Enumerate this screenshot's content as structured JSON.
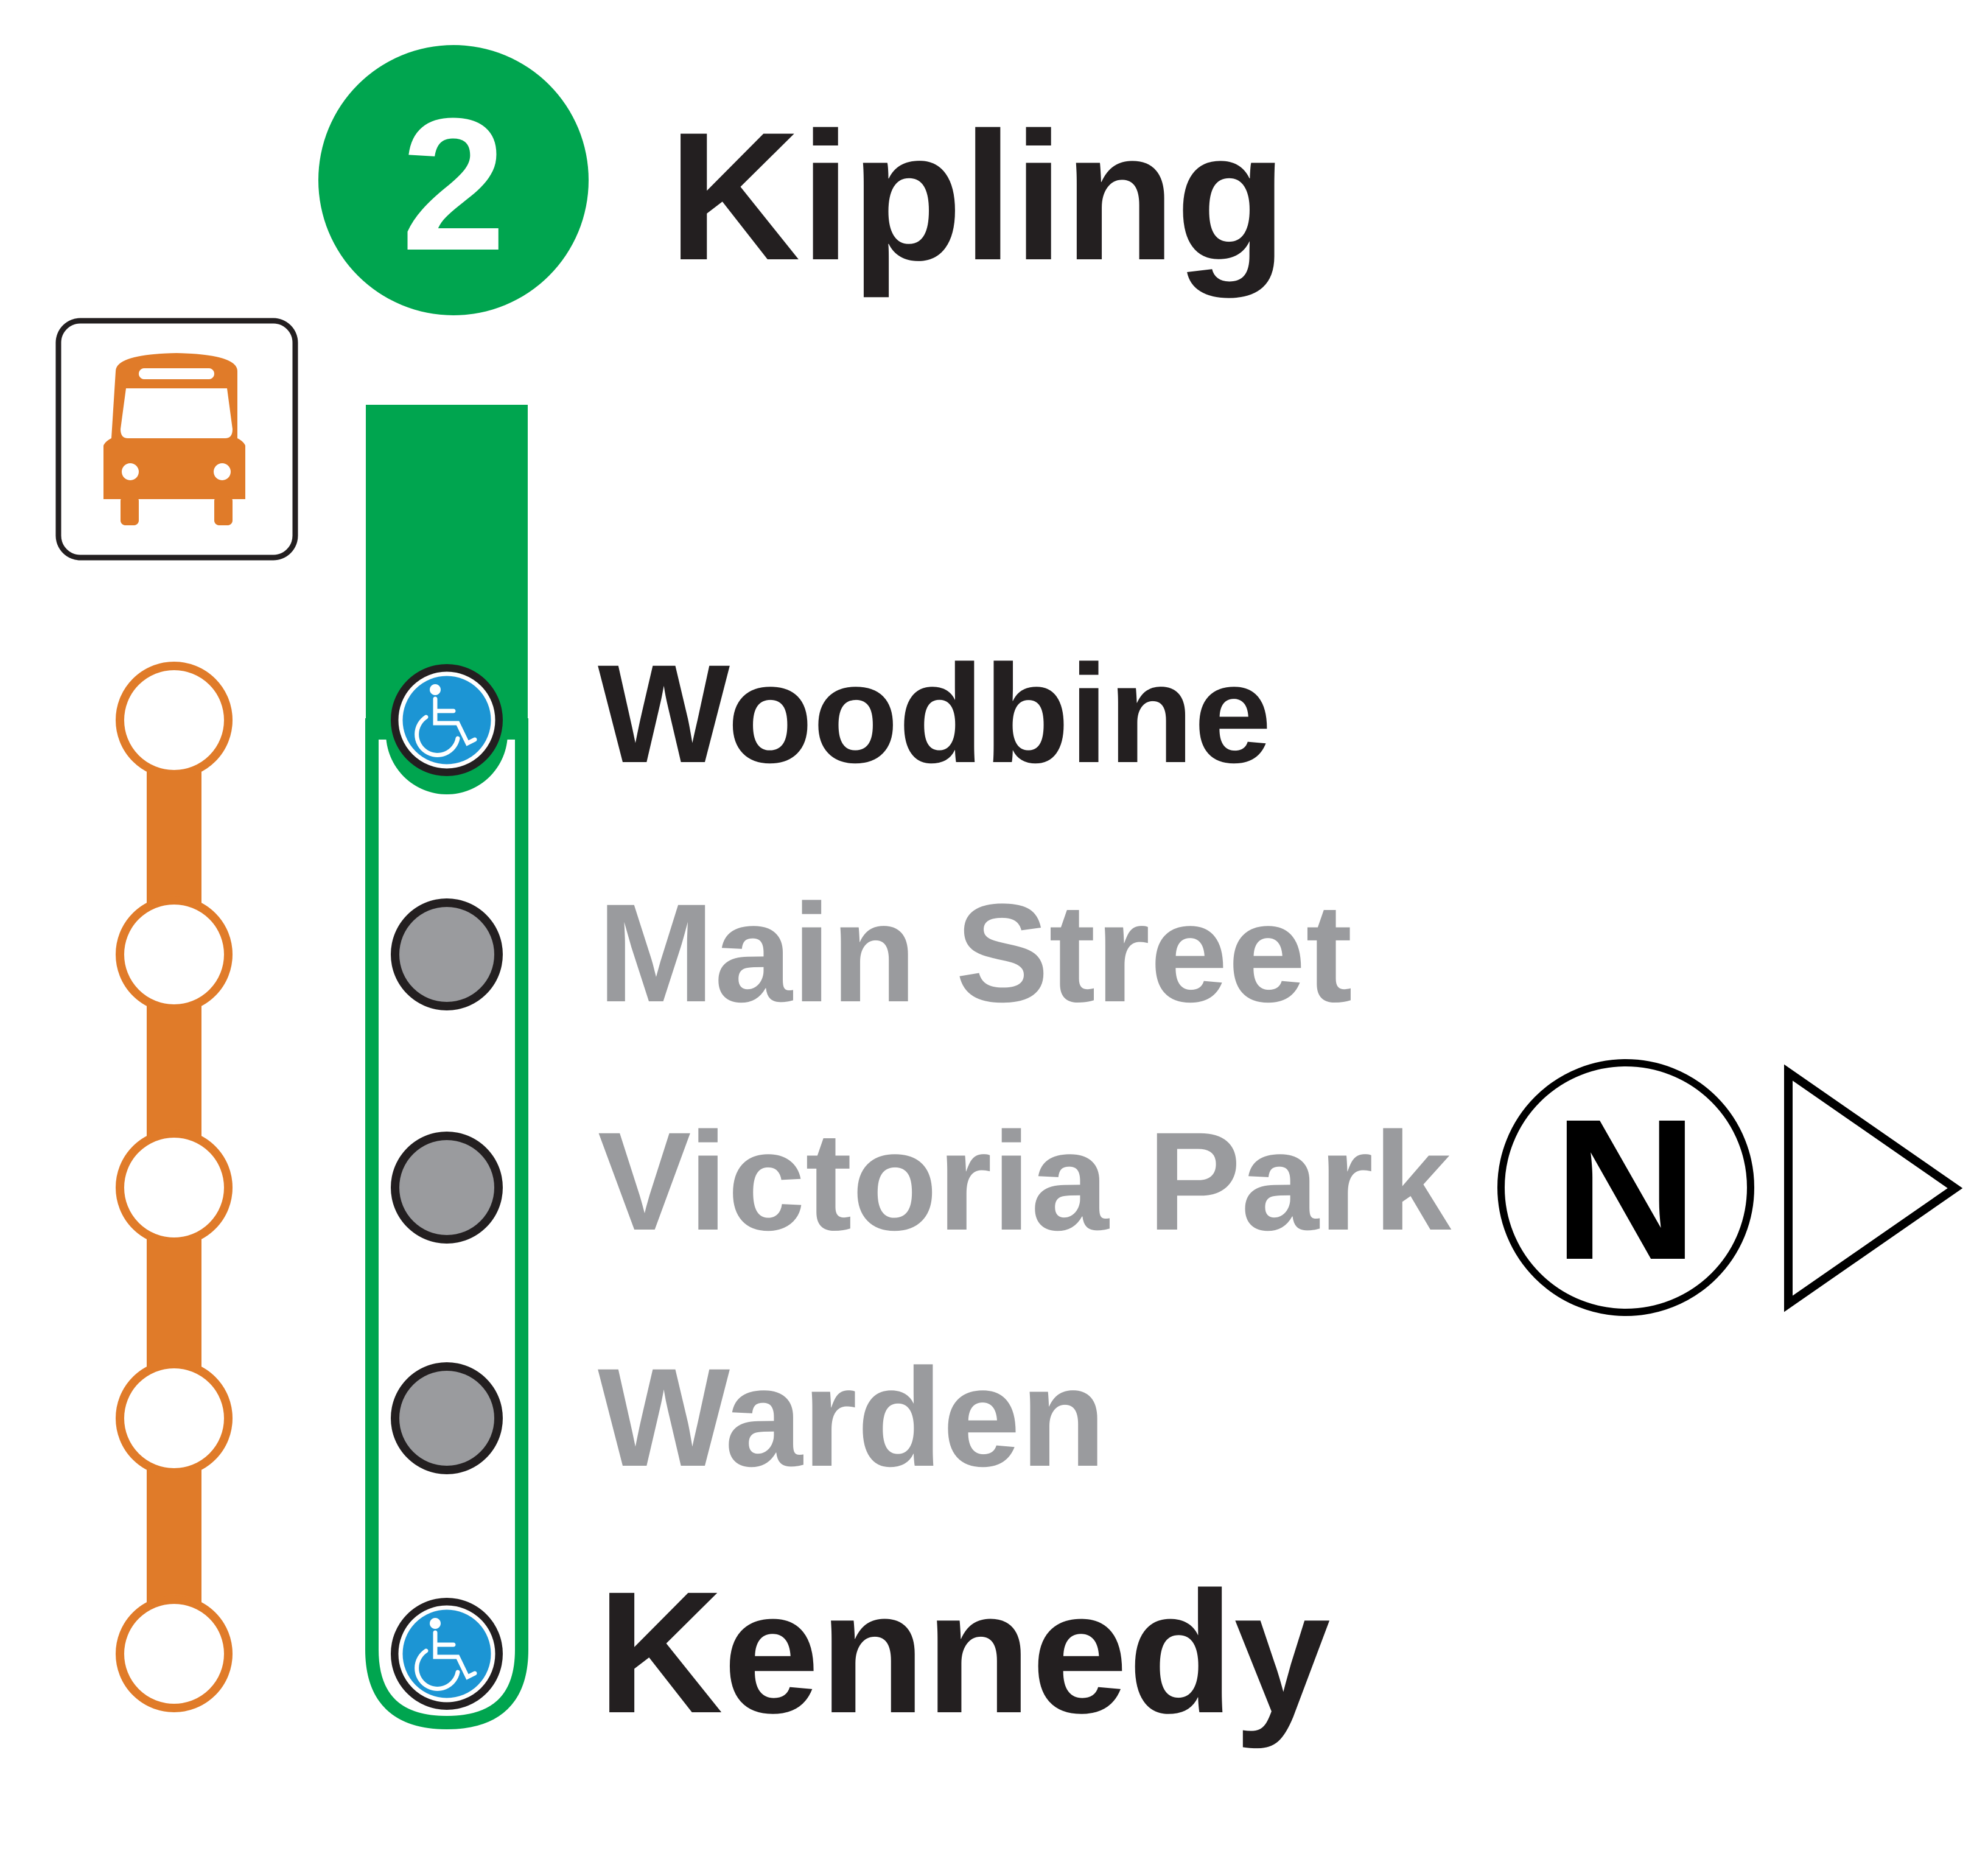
{
  "route": {
    "number": "2",
    "destination": "Kipling",
    "color": "#00A54F"
  },
  "bus_connection": {
    "icon": "bus-icon",
    "color": "#E07B29"
  },
  "stations": [
    {
      "name": "Woodbine",
      "accessible": true,
      "style": "dark"
    },
    {
      "name": "Main Street",
      "accessible": false,
      "style": "grey"
    },
    {
      "name": "Victoria Park",
      "accessible": false,
      "style": "grey"
    },
    {
      "name": "Warden",
      "accessible": false,
      "style": "grey"
    },
    {
      "name": "Kennedy",
      "accessible": true,
      "style": "dark-large"
    }
  ],
  "direction": {
    "letter": "N",
    "arrow": "right-triangle-icon"
  },
  "colors": {
    "text_dark": "#231F20",
    "text_grey": "#9A9B9E",
    "dot_grey": "#9A9B9E",
    "accessible_blue": "#1C95D4",
    "bus_orange": "#E07B29",
    "line_green": "#00A54F"
  }
}
